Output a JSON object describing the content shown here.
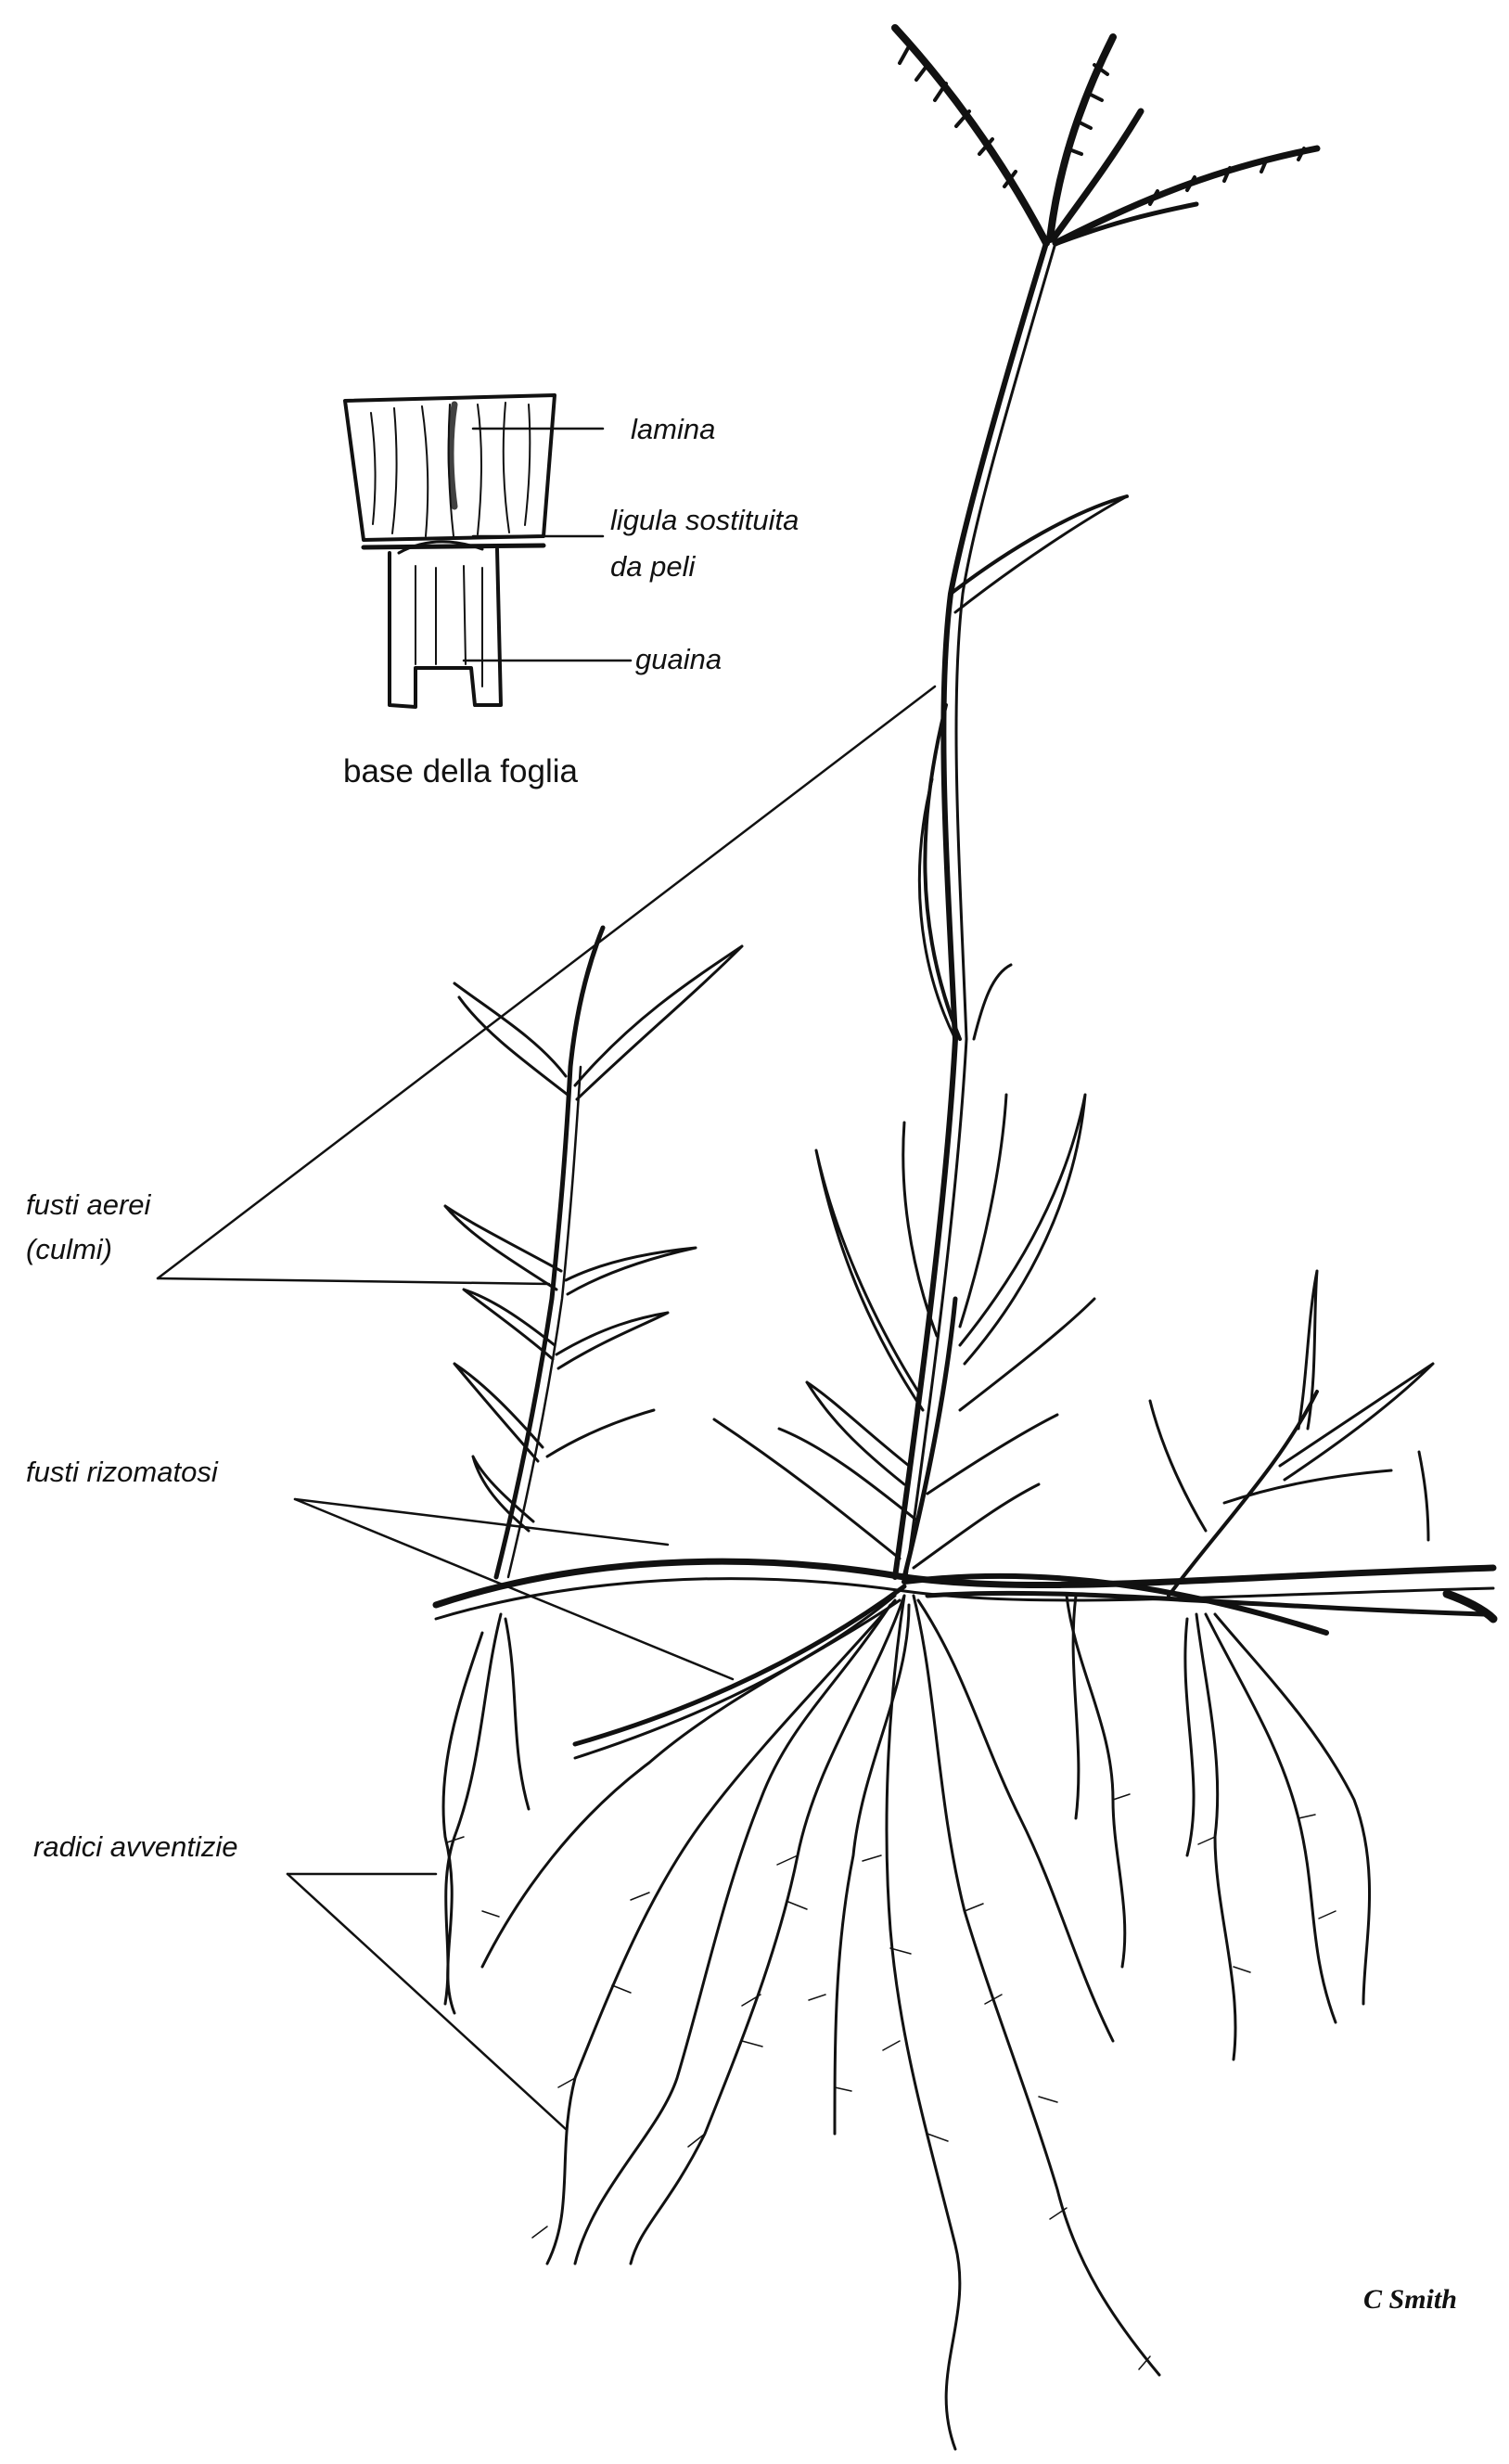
{
  "figure": {
    "background": "#ffffff",
    "ink": "#111111",
    "labels": {
      "lamina": "lamina",
      "ligula_line1": "ligula sostituita",
      "ligula_line2": "da peli",
      "guaina": "guaina",
      "fusti_aerei_line1": "fusti aerei",
      "fusti_aerei_line2": "(culmi)",
      "fusti_rizomatosi": "fusti rizomatosi",
      "radici_avventizie": "radici avventizie"
    },
    "inset_caption": "base della foglia",
    "signature": "C Smith"
  }
}
